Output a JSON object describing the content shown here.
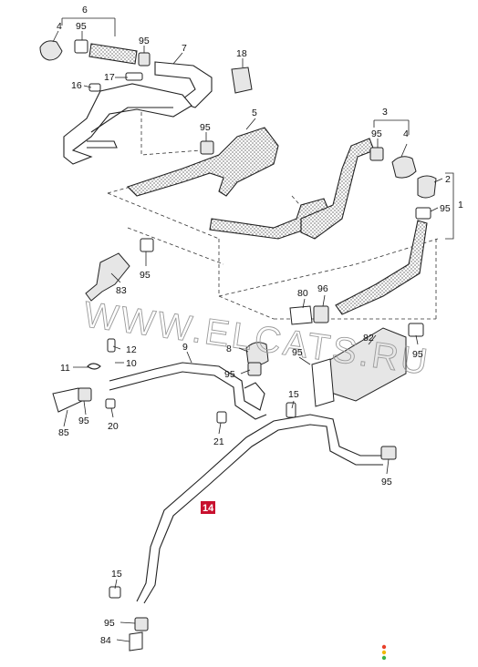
{
  "watermark": "WWW.ELCATS.RU",
  "callouts": {
    "c6": "6",
    "c4_top": "4",
    "c95_top": "95",
    "c95_b": "95",
    "c7": "7",
    "c18": "18",
    "c17": "17",
    "c16": "16",
    "c95_c": "95",
    "c5": "5",
    "c3": "3",
    "c95_d": "95",
    "c4_r": "4",
    "c2": "2",
    "c1": "1",
    "c95_e": "95",
    "c95_f": "95",
    "c83": "83",
    "c80": "80",
    "c96": "96",
    "c82": "82",
    "c95_g": "95",
    "c12": "12",
    "c9": "9",
    "c8": "8",
    "c95_h": "95",
    "c11": "11",
    "c10": "10",
    "c95_i": "95",
    "c95_j": "95",
    "c15_a": "15",
    "c20": "20",
    "c85": "85",
    "c21": "21",
    "c95_k": "95",
    "c14": "14",
    "c15_b": "15",
    "c95_l": "95",
    "c84": "84"
  },
  "highlight_label": "14",
  "colors": {
    "line": "#222222",
    "highlight": "#c8102e",
    "watermark": "#9a9a9a",
    "dot_red": "#e8402a",
    "dot_yellow": "#f2b705",
    "dot_green": "#3bb34a"
  }
}
